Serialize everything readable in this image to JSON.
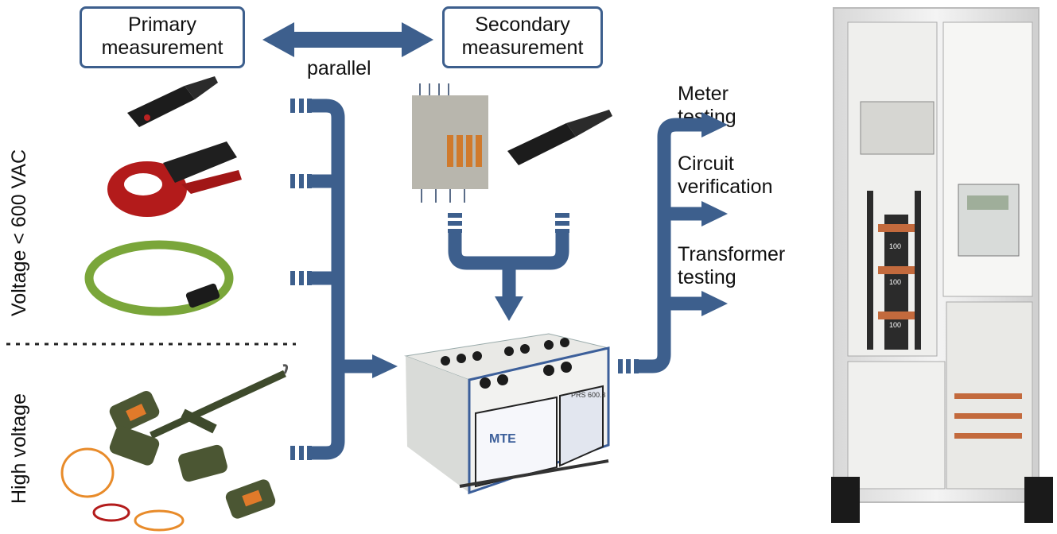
{
  "boxes": {
    "primary": [
      "Primary",
      "measurement"
    ],
    "secondary": [
      "Secondary",
      "measurement"
    ]
  },
  "labels": {
    "parallel": "parallel",
    "low_voltage": "Voltage < 600 VAC",
    "high_voltage": "High voltage"
  },
  "outputs": {
    "meter": [
      "Meter",
      "testing"
    ],
    "circuit": [
      "Circuit",
      "verification"
    ],
    "transformer": [
      "Transformer",
      "testing"
    ]
  },
  "device": {
    "brand": "MTE",
    "model": "PRS 600.3"
  },
  "meter_plate": [
    "100",
    "100",
    "100"
  ],
  "colors": {
    "arrow": "#3d5f8d",
    "box_border": "#3d5f8d",
    "dotted": "#222222"
  }
}
